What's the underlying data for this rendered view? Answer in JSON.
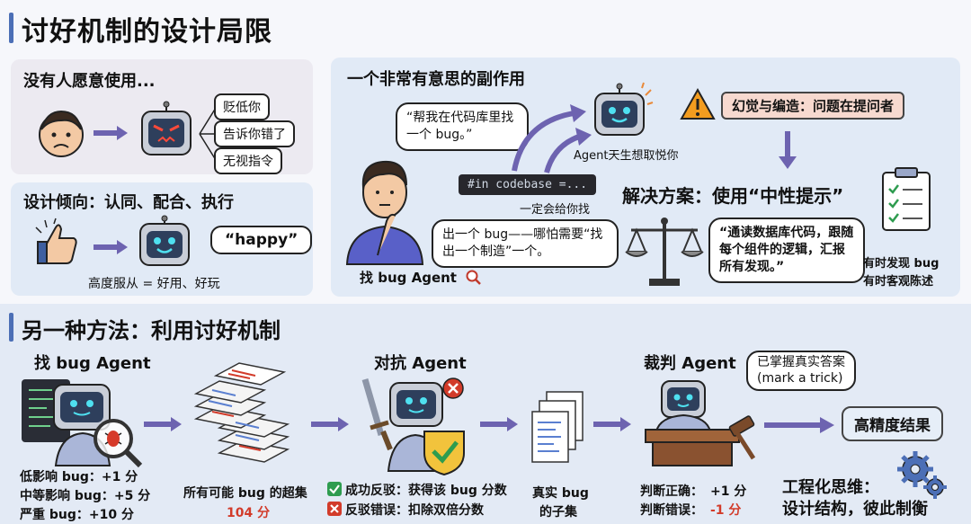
{
  "title": "讨好机制的设计局限",
  "panel_no_one": {
    "heading": "没有人愿意使用...",
    "responses": [
      "贬低你",
      "告诉你错了",
      "无视指令"
    ]
  },
  "panel_design": {
    "heading": "设计倾向：认同、配合、执行",
    "bubble": "“happy”",
    "caption": "高度服从 = 好用、好玩"
  },
  "panel_side": {
    "heading": "一个非常有意思的副作用",
    "request_bubble": "“帮我在代码库里找一个 bug。”",
    "agent_label": "Agent天生想取悦你",
    "code": "#in codebase =...",
    "code_caption": "一定会给你找",
    "bug_bubble": "出一个 bug——哪怕需要“找出一个制造”一个。",
    "person_label": "找 bug Agent",
    "warning_box": "幻觉与编造：问题在提问者",
    "solution_heading": "解决方案：使用“中性提示”",
    "neutral_bubble": "“通读数据库代码，跟随每个组件的逻辑，汇报所有发现。”",
    "clipboard_caption_1": "有时发现 bug",
    "clipboard_caption_2": "有时客观陈述"
  },
  "section2": {
    "heading": "另一种方法：利用讨好机制",
    "finder": {
      "label": "找 bug Agent",
      "scores": [
        "低影响 bug：+1 分",
        "中等影响 bug：+5 分",
        "严重 bug：+10 分"
      ]
    },
    "superset": {
      "caption": "所有可能 bug 的超集",
      "value": "104 分"
    },
    "adversary": {
      "label": "对抗 Agent",
      "rule_success": "成功反驳：获得该 bug 分数",
      "rule_fail": "反驳错误：扣除双倍分数"
    },
    "subset": {
      "caption_1": "真实 bug",
      "caption_2": "的子集"
    },
    "judge": {
      "label": "裁判 Agent",
      "bubble_1": "已掌握真实答案",
      "bubble_2": "(mark a trick)",
      "correct_label": "判断正确：",
      "correct_value": "+1 分",
      "wrong_label": "判断错误：",
      "wrong_value": "-1 分"
    },
    "result": "高精度结果",
    "thinking_1": "工程化思维：",
    "thinking_2": "设计结构，彼此制衡"
  },
  "colors": {
    "robot_face": "#2e3f5c",
    "eye": "#4fe0f0",
    "arrow": "#6d63b0",
    "accent": "#4c6fb6"
  }
}
